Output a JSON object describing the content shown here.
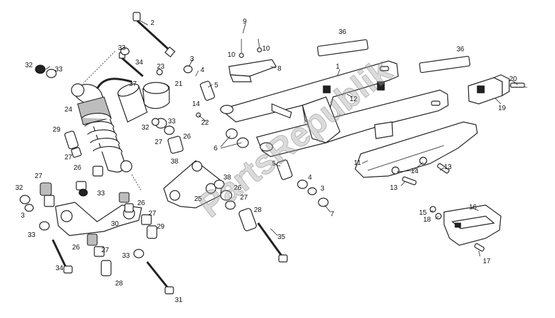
{
  "watermark": "PartsRepublik",
  "callouts": {
    "c2": "2",
    "c33a": "33",
    "c34a": "34",
    "c32a": "32",
    "c33b": "33",
    "c23": "23",
    "c3a": "3",
    "c4a": "4",
    "c37": "37",
    "c21": "21",
    "c5a": "5",
    "c9": "9",
    "c10a": "10",
    "c10b": "10",
    "c8": "8",
    "c36a": "36",
    "c36b": "36",
    "c1": "1",
    "c12": "12",
    "c20": "20",
    "c19": "19",
    "c24": "24",
    "c14a": "14",
    "c22": "22",
    "c32b": "32",
    "c33c": "33",
    "c29a": "29",
    "c27a": "27",
    "c26a": "26",
    "c27b": "27",
    "c26b": "26",
    "c38a": "38",
    "c6": "6",
    "c5b": "5",
    "c11": "11",
    "c14b": "14",
    "c13a": "13",
    "c13b": "13",
    "c27c": "27",
    "c32c": "32",
    "c25": "25",
    "c38b": "38",
    "c26c": "26",
    "c4b": "4",
    "c3b": "3",
    "c33d": "33",
    "c26d": "26",
    "c27d": "27",
    "c28a": "28",
    "c7": "7",
    "c3c": "3",
    "c29b": "29",
    "c30": "30",
    "c27e": "27",
    "c33e": "33",
    "c26e": "26",
    "c27f": "27",
    "c33f": "33",
    "c35": "35",
    "c34b": "34",
    "c28b": "28",
    "c31": "31",
    "c15": "15",
    "c16": "16",
    "c18": "18",
    "c17": "17"
  }
}
